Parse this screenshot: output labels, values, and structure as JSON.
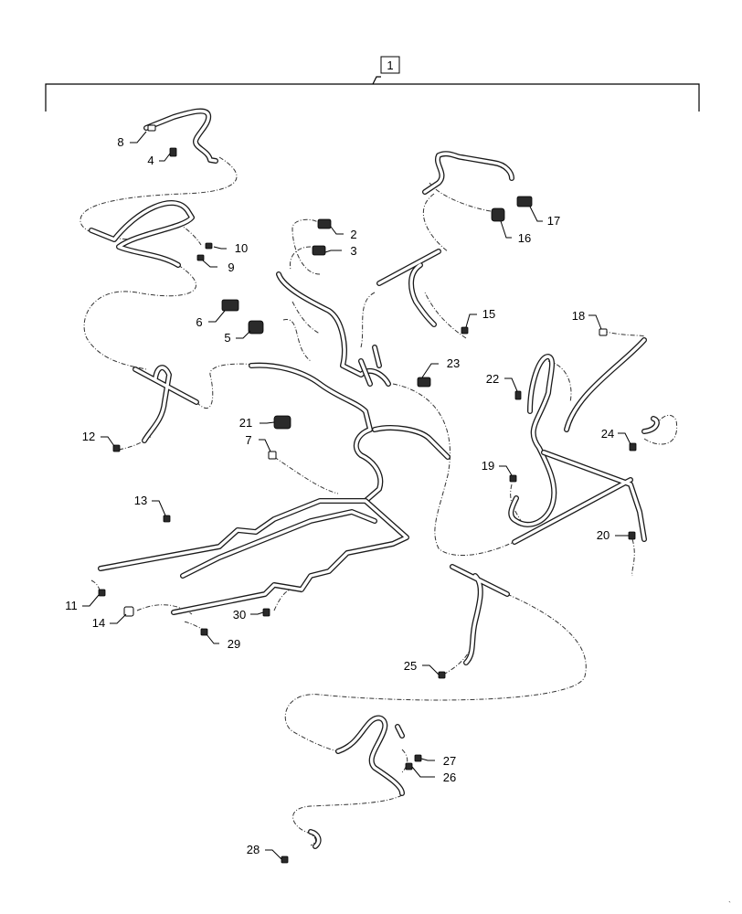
{
  "assembly": {
    "callout": "1"
  },
  "callouts": [
    {
      "id": "c8",
      "label": "8"
    },
    {
      "id": "c4",
      "label": "4"
    },
    {
      "id": "c10",
      "label": "10"
    },
    {
      "id": "c9",
      "label": "9"
    },
    {
      "id": "c2",
      "label": "2"
    },
    {
      "id": "c3",
      "label": "3"
    },
    {
      "id": "c17",
      "label": "17"
    },
    {
      "id": "c16",
      "label": "16"
    },
    {
      "id": "c6",
      "label": "6"
    },
    {
      "id": "c5",
      "label": "5"
    },
    {
      "id": "c15",
      "label": "15"
    },
    {
      "id": "c18",
      "label": "18"
    },
    {
      "id": "c23",
      "label": "23"
    },
    {
      "id": "c22",
      "label": "22"
    },
    {
      "id": "c21",
      "label": "21"
    },
    {
      "id": "c12",
      "label": "12"
    },
    {
      "id": "c7",
      "label": "7"
    },
    {
      "id": "c24",
      "label": "24"
    },
    {
      "id": "c19",
      "label": "19"
    },
    {
      "id": "c13",
      "label": "13"
    },
    {
      "id": "c20",
      "label": "20"
    },
    {
      "id": "c11",
      "label": "11"
    },
    {
      "id": "c14",
      "label": "14"
    },
    {
      "id": "c30",
      "label": "30"
    },
    {
      "id": "c29",
      "label": "29"
    },
    {
      "id": "c25",
      "label": "25"
    },
    {
      "id": "c27",
      "label": "27"
    },
    {
      "id": "c26",
      "label": "26"
    },
    {
      "id": "c28",
      "label": "28"
    }
  ],
  "corner_mark": "`"
}
